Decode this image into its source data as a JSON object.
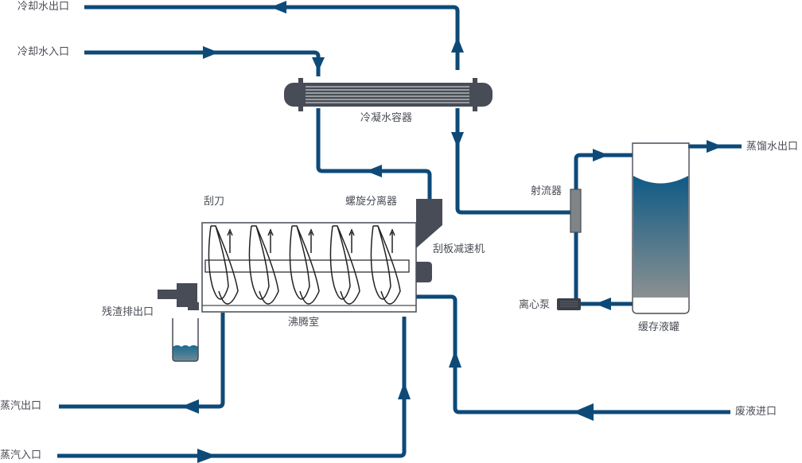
{
  "colors": {
    "pipe": "#0e4a78",
    "equipment": "#474c56",
    "text": "#4a4d55",
    "liquid_top": "#0f5a86",
    "liquid_bottom": "#8a9090"
  },
  "labels": {
    "cooling_water_outlet": "冷却水出口",
    "cooling_water_inlet": "冷却水入口",
    "condenser": "冷凝水容器",
    "scraper": "刮刀",
    "screw_separator": "螺旋分离器",
    "scraper_reducer": "刮板减速机",
    "residue_outlet": "残渣排出口",
    "boiling_chamber": "沸腾室",
    "steam_outlet": "蒸汽出口",
    "steam_inlet": "蒸汽入口",
    "ejector": "射流器",
    "centrifugal_pump": "离心泵",
    "buffer_tank": "缓存液罐",
    "distilled_water_outlet": "蒸馏水出口",
    "waste_liquid_inlet": "废液进口"
  }
}
